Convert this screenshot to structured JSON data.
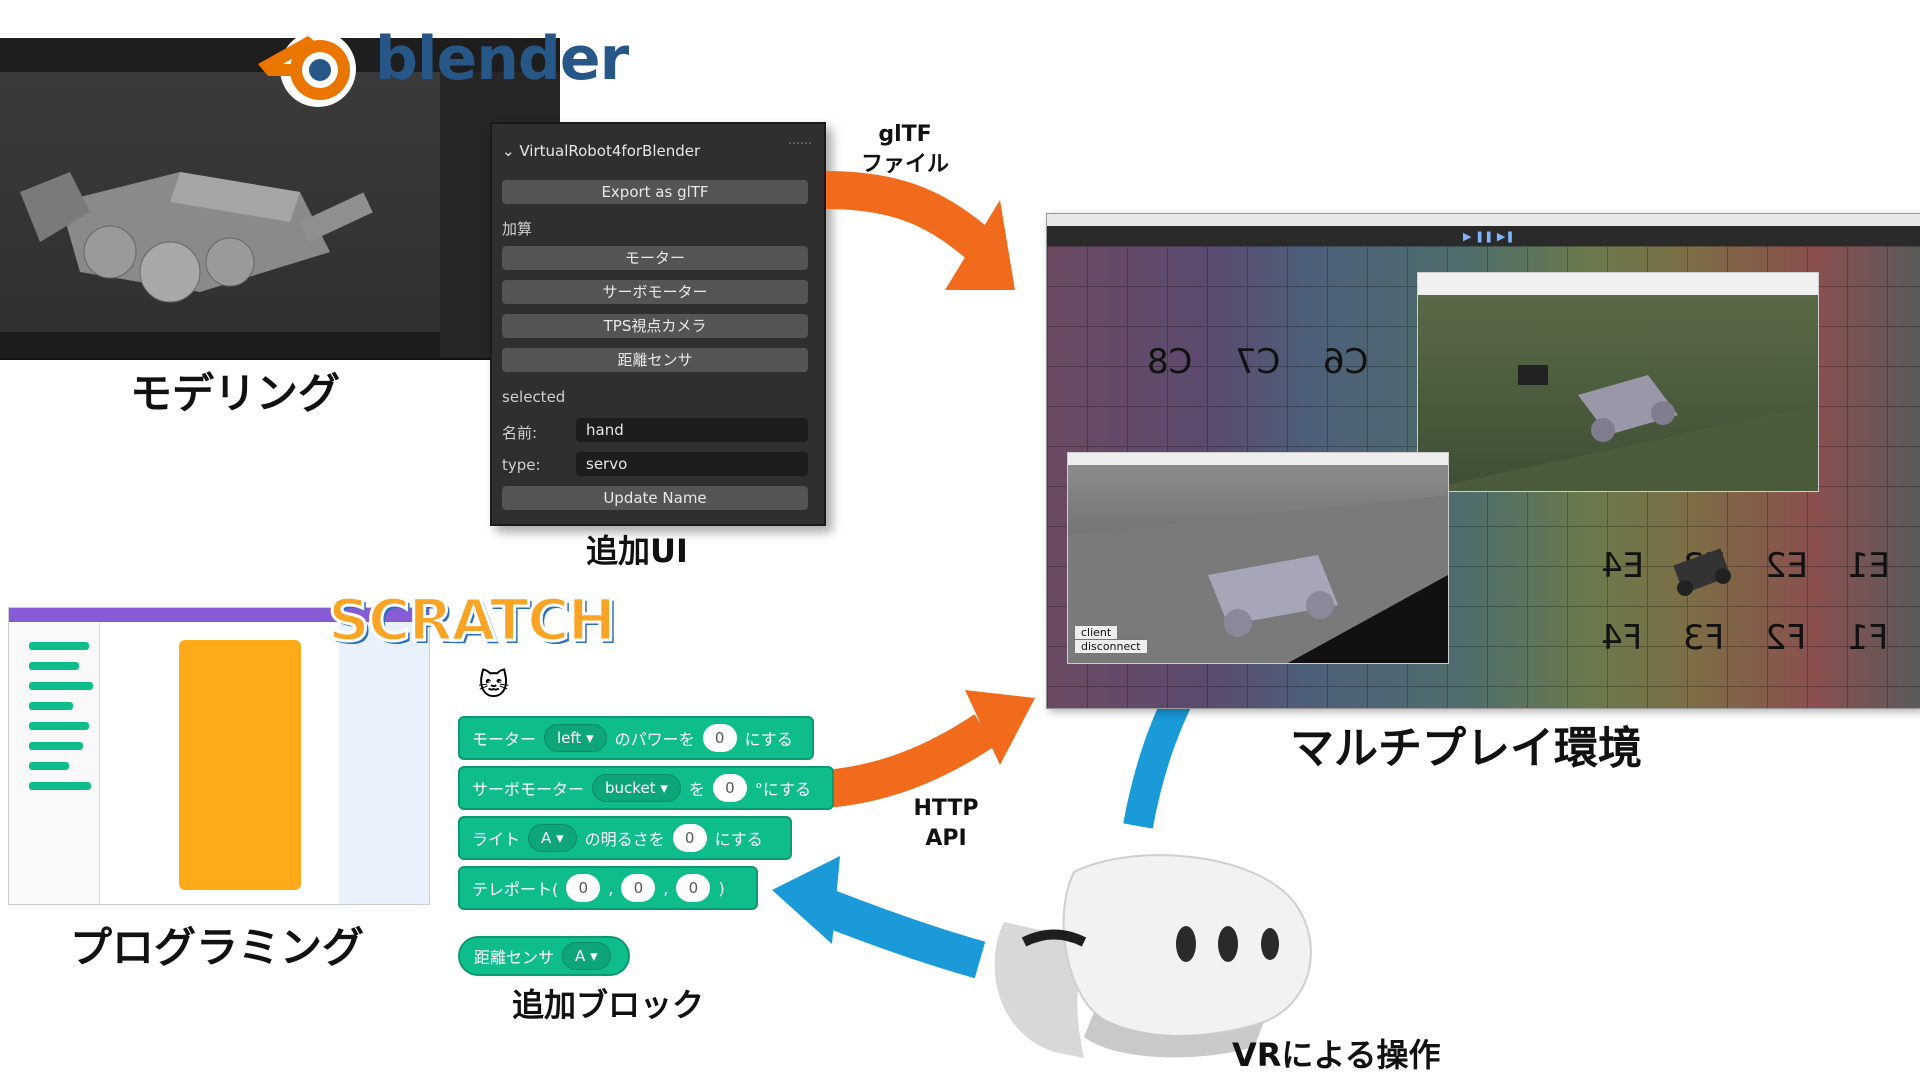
{
  "blender": {
    "logo_text": "blender",
    "caption": "モデリング"
  },
  "addon_panel": {
    "title": "VirtualRobot4forBlender",
    "export_button": "Export as glTF",
    "add_heading": "加算",
    "add_buttons": [
      "モーター",
      "サーボモーター",
      "TPS視点カメラ",
      "距離センサ"
    ],
    "selected_heading": "selected",
    "name_label": "名前:",
    "name_value": "hand",
    "type_label": "type:",
    "type_value": "servo",
    "update_button": "Update Name",
    "caption": "追加UI"
  },
  "arrows": {
    "gltf_label_line1": "glTF",
    "gltf_label_line2": "ファイル",
    "http_label_line1": "HTTP",
    "http_label_line2": "API",
    "colors": {
      "orange": "#f26a1b",
      "blue": "#1a9ad9"
    }
  },
  "unity": {
    "caption": "マルチプレイ環境",
    "grid_labels_top": [
      "C8",
      "C7",
      "C6"
    ],
    "grid_labels_bottom": [
      "E1",
      "E2",
      "E3",
      "E4",
      "F1",
      "F2",
      "F3",
      "F4"
    ],
    "client_button": "client",
    "disconnect_button": "disconnect"
  },
  "scratch": {
    "logo_text": "SCRATCH",
    "caption": "プログラミング"
  },
  "blocks": {
    "motor": {
      "label": "モーター",
      "dropdown": "left",
      "mid": "のパワーを",
      "value": "0",
      "tail": "にする"
    },
    "servo": {
      "label": "サーボモーター",
      "dropdown": "bucket",
      "mid": "を",
      "value": "0",
      "tail": "°にする"
    },
    "light": {
      "label": "ライト",
      "dropdown": "A",
      "mid": "の明るさを",
      "value": "0",
      "tail": "にする"
    },
    "teleport": {
      "label": "テレポート(",
      "v1": "0",
      "v2": "0",
      "v3": "0",
      "close": ")"
    },
    "sensor": {
      "label": "距離センサ",
      "dropdown": "A"
    },
    "caption": "追加ブロック"
  },
  "vr": {
    "caption": "VRによる操作"
  }
}
